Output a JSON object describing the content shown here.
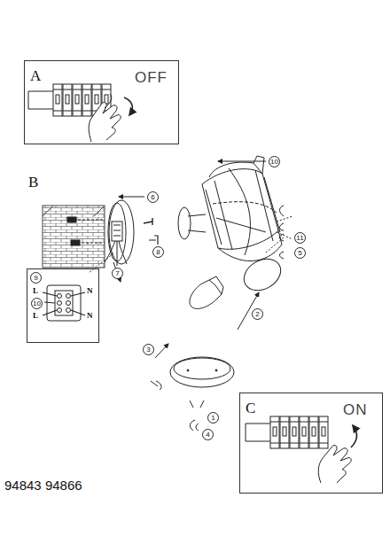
{
  "diagram": {
    "nodes": [
      {
        "text": [
          "A",
          "OFF"
        ]
      },
      {
        "text": [
          "9"
        ]
      },
      {
        "text": [
          "C",
          "ON"
        ]
      }
    ],
    "labels": [
      "B",
      "10",
      "6",
      "8",
      "7",
      "11",
      "5",
      "2",
      "3",
      "1",
      "4",
      "L",
      "N",
      "10",
      "L",
      "N",
      "94843 94866"
    ]
  }
}
